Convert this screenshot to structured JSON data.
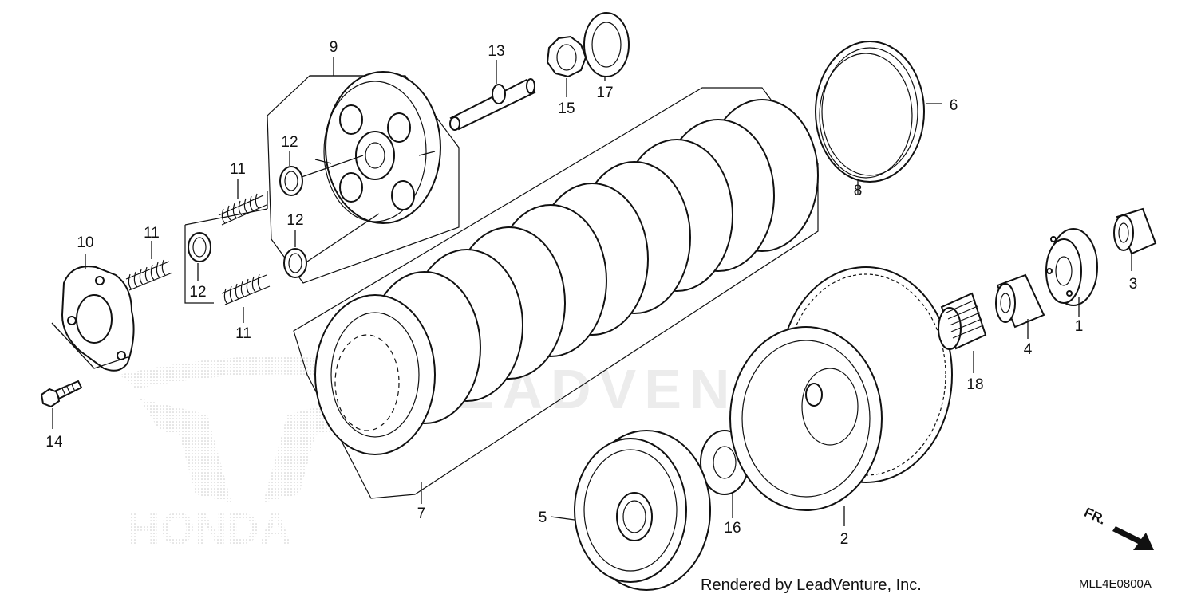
{
  "diagram": {
    "callouts": [
      {
        "id": "c1",
        "text": "1"
      },
      {
        "id": "c2",
        "text": "2"
      },
      {
        "id": "c3",
        "text": "3"
      },
      {
        "id": "c4",
        "text": "4"
      },
      {
        "id": "c5",
        "text": "5"
      },
      {
        "id": "c6",
        "text": "6"
      },
      {
        "id": "c7",
        "text": "7"
      },
      {
        "id": "c8",
        "text": "8"
      },
      {
        "id": "c9",
        "text": "9"
      },
      {
        "id": "c10",
        "text": "10"
      },
      {
        "id": "c11a",
        "text": "11"
      },
      {
        "id": "c11b",
        "text": "11"
      },
      {
        "id": "c11c",
        "text": "11"
      },
      {
        "id": "c12a",
        "text": "12"
      },
      {
        "id": "c12b",
        "text": "12"
      },
      {
        "id": "c12c",
        "text": "12"
      },
      {
        "id": "c13",
        "text": "13"
      },
      {
        "id": "c14",
        "text": "14"
      },
      {
        "id": "c15",
        "text": "15"
      },
      {
        "id": "c16",
        "text": "16"
      },
      {
        "id": "c17",
        "text": "17"
      },
      {
        "id": "c18",
        "text": "18"
      }
    ],
    "footer_text": "Rendered by LeadVenture, Inc.",
    "diagram_code": "MLL4E0800A",
    "front_marker": "FR.",
    "watermark_text": "LEADVENTURE",
    "logo_text": "HONDA"
  }
}
